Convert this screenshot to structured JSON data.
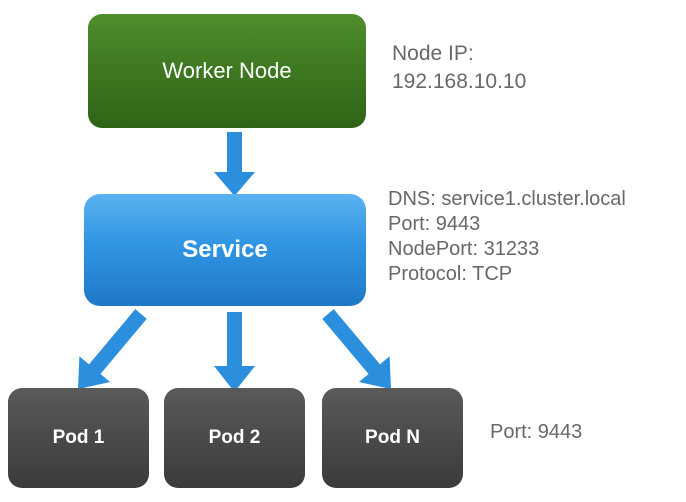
{
  "worker_node": {
    "label": "Worker Node"
  },
  "node_info": {
    "label": "Node IP:",
    "value": "192.168.10.10"
  },
  "service": {
    "label": "Service",
    "details": [
      "DNS: service1.cluster.local",
      "Port: 9443",
      "NodePort: 31233",
      "Protocol: TCP"
    ]
  },
  "pods": [
    {
      "label": "Pod 1"
    },
    {
      "label": "Pod 2"
    },
    {
      "label": "Pod N"
    }
  ],
  "pod_port": "Port: 9443",
  "colors": {
    "worker_node": "#3f7a22",
    "service": "#2f95e3",
    "pod": "#4a4a4a",
    "arrow": "#2b8fde",
    "info_text": "#686868"
  }
}
